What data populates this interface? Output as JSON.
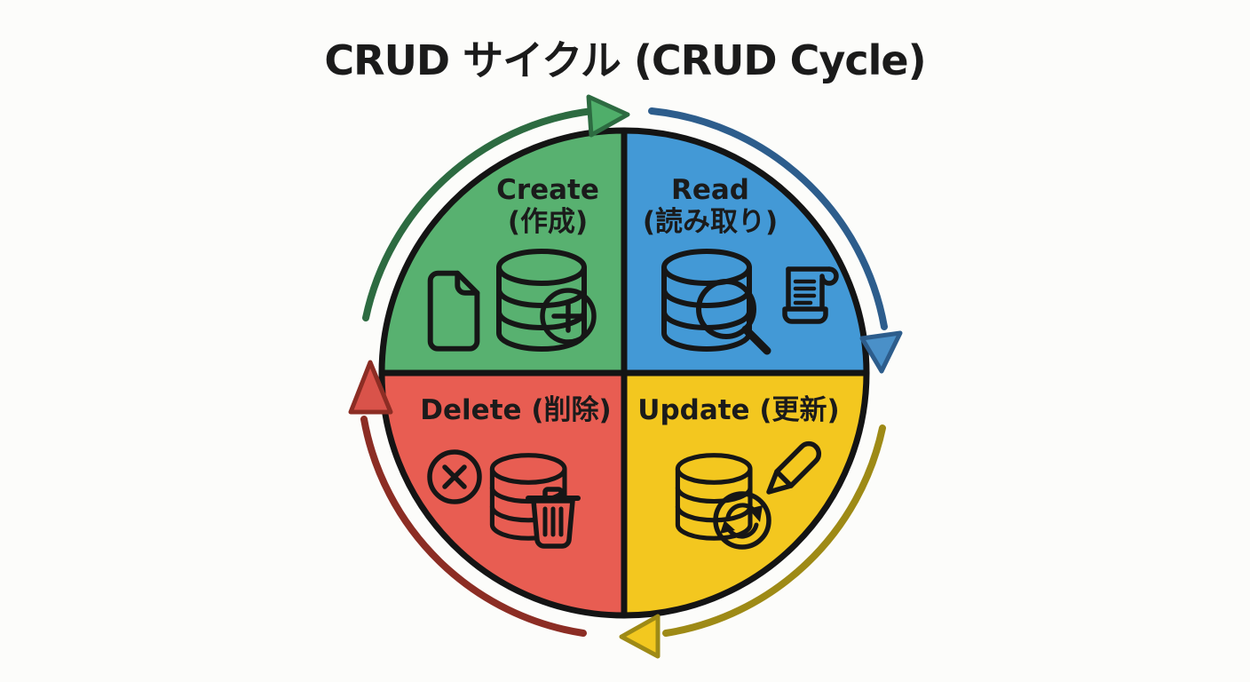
{
  "title": "CRUD サイクル (CRUD Cycle)",
  "quadrants": {
    "create": {
      "label_en": "Create",
      "label_ja": "(作成)",
      "icons": [
        "document-icon",
        "database-icon",
        "add-circle-icon"
      ]
    },
    "read": {
      "label_en": "Read",
      "label_ja": "(読み取り)",
      "icons": [
        "database-icon",
        "magnifier-icon",
        "scroll-icon"
      ]
    },
    "update": {
      "label": "Update (更新)",
      "icons": [
        "database-icon",
        "sync-circle-icon",
        "pencil-icon"
      ]
    },
    "delete": {
      "label": "Delete (削除)",
      "icons": [
        "cancel-circle-icon",
        "database-icon",
        "trash-icon"
      ]
    }
  },
  "cycle_arrows": [
    {
      "from": "Create",
      "to": "Read",
      "position": "top"
    },
    {
      "from": "Read",
      "to": "Update",
      "position": "right"
    },
    {
      "from": "Update",
      "to": "Delete",
      "position": "bottom"
    },
    {
      "from": "Delete",
      "to": "Create",
      "position": "left"
    }
  ],
  "colors": {
    "background": "#fcfcfa",
    "ink": "#161616",
    "text": "#1b1b1b",
    "create_fill": "#58b170",
    "read_fill": "#4399d6",
    "update_fill": "#f3c71f",
    "delete_fill": "#e85d52",
    "arrow_create": "#2d6b41",
    "arrow_read": "#2d5d8c",
    "arrow_update": "#9e8a16",
    "arrow_delete": "#8c2d24",
    "arrowhead_create": "#4fae6a",
    "arrowhead_read": "#4a90c8",
    "arrowhead_update": "#f2c81f",
    "arrowhead_delete": "#d9534a"
  }
}
